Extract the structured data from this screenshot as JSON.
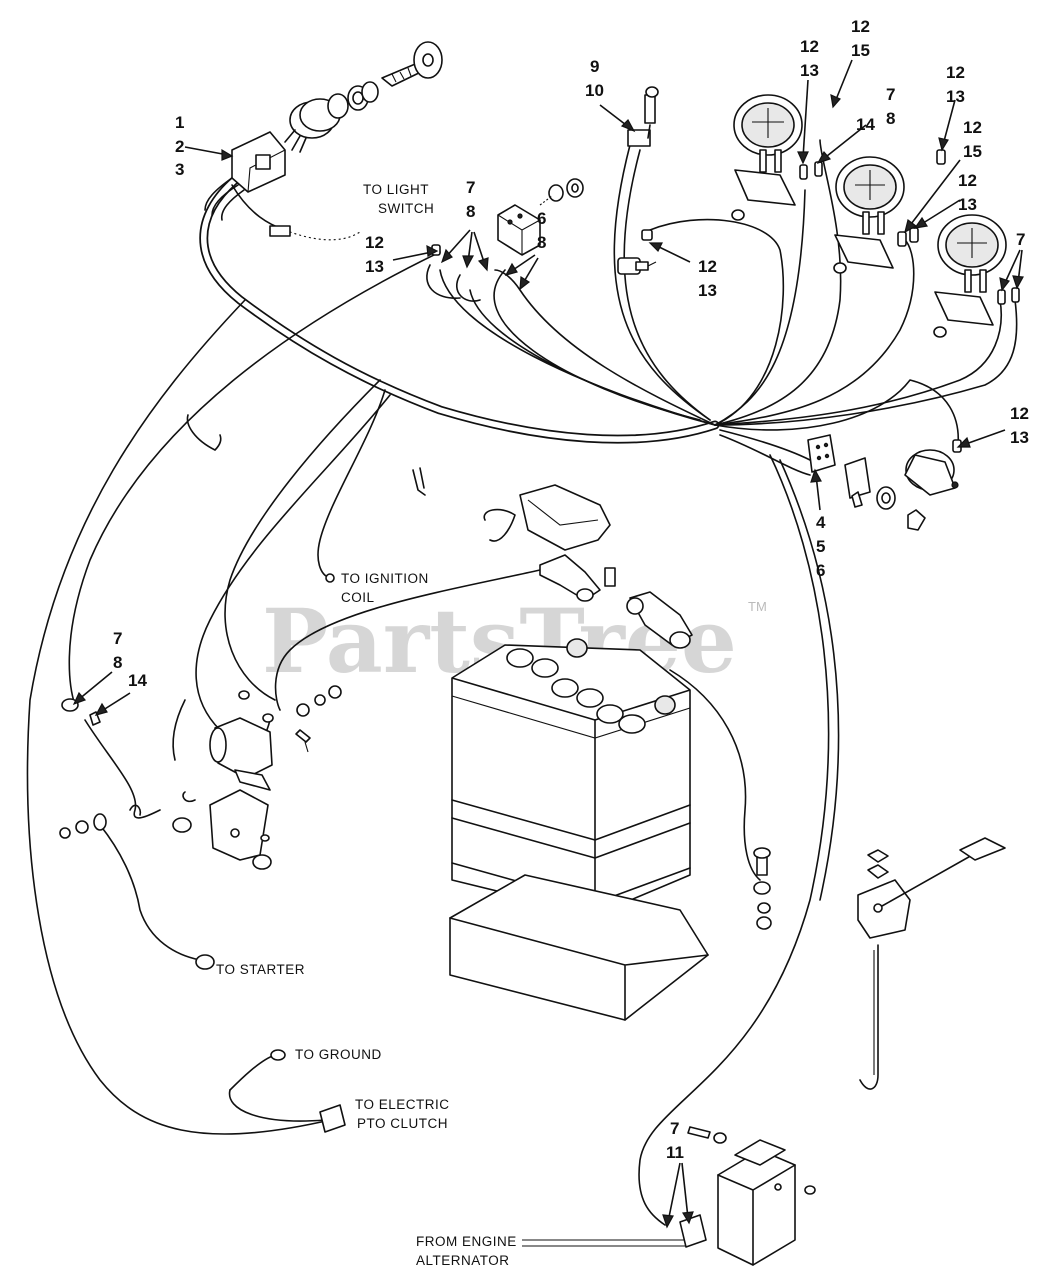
{
  "watermark": {
    "text": "PartsTree",
    "tm": "TM"
  },
  "callouts": {
    "c123": [
      "1",
      "2",
      "3"
    ],
    "c910": [
      "9",
      "10"
    ],
    "c1213_top": [
      "12",
      "13"
    ],
    "c1215_top": [
      "12",
      "15"
    ],
    "c14_top": [
      "14"
    ],
    "c78_top": [
      "7",
      "8"
    ],
    "c1213_r1": [
      "12",
      "13"
    ],
    "c1215_r": [
      "12",
      "15"
    ],
    "c1213_r2": [
      "12",
      "13"
    ],
    "c7_r": [
      "7"
    ],
    "c78_left": [
      "7",
      "8"
    ],
    "c1213_left": [
      "12",
      "13"
    ],
    "c68": [
      "6",
      "8"
    ],
    "c1213_mid": [
      "12",
      "13"
    ],
    "c1213_lower": [
      "12",
      "13"
    ],
    "c456": [
      "4",
      "5",
      "6"
    ],
    "c78_low": [
      "7",
      "8"
    ],
    "c14_low": [
      "14"
    ],
    "c711": [
      "7",
      "11"
    ]
  },
  "labels": {
    "light_switch": [
      "TO LIGHT",
      "SWITCH"
    ],
    "ignition_coil": [
      "TO IGNITION",
      "COIL"
    ],
    "starter": "TO STARTER",
    "ground": "TO GROUND",
    "pto": [
      "TO ELECTRIC",
      "PTO CLUTCH"
    ],
    "alternator": [
      "FROM ENGINE",
      "ALTERNATOR"
    ]
  }
}
